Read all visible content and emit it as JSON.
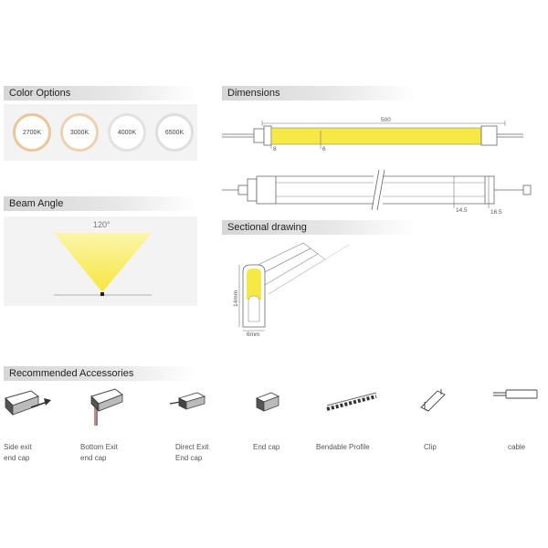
{
  "sections": {
    "color_options": "Color Options",
    "dimensions": "Dimensions",
    "beam_angle": "Beam Angle",
    "sectional_drawing": "Sectional drawing",
    "recommended_accessories": "Recommended Accessories"
  },
  "color_options": [
    {
      "label": "2700K",
      "ring": "#e8c79a"
    },
    {
      "label": "3000K",
      "ring": "#ecd2b2"
    },
    {
      "label": "4000K",
      "ring": "#e2e2e2"
    },
    {
      "label": "6500K",
      "ring": "#dedede"
    }
  ],
  "beam": {
    "angle_label": "120°"
  },
  "dimensions": {
    "length_label": "500",
    "cap_label": "8",
    "spacing_label": "6",
    "height_label_1": "14.5",
    "height_label_2": "16.5"
  },
  "sectional": {
    "height_label": "14mm",
    "width_label": "6mm"
  },
  "accessories": [
    {
      "line1": "Side exit",
      "line2": "end cap",
      "icon": "side-exit-end-cap-icon"
    },
    {
      "line1": "Bottom Exit",
      "line2": "end cap",
      "icon": "bottom-exit-end-cap-icon"
    },
    {
      "line1": "Direct Exit",
      "line2": "End cap",
      "icon": "direct-exit-end-cap-icon"
    },
    {
      "line1": "End cap",
      "line2": "",
      "icon": "end-cap-icon"
    },
    {
      "line1": "Bendable Profile",
      "line2": "",
      "icon": "bendable-profile-icon"
    },
    {
      "line1": "Clip",
      "line2": "",
      "icon": "clip-icon"
    },
    {
      "line1": "cable",
      "line2": "",
      "icon": "cable-icon"
    }
  ],
  "colors": {
    "led_yellow": "#f5e54a",
    "beam_yellow": "#fbf49a",
    "header_gray": "#d6d6d6"
  }
}
